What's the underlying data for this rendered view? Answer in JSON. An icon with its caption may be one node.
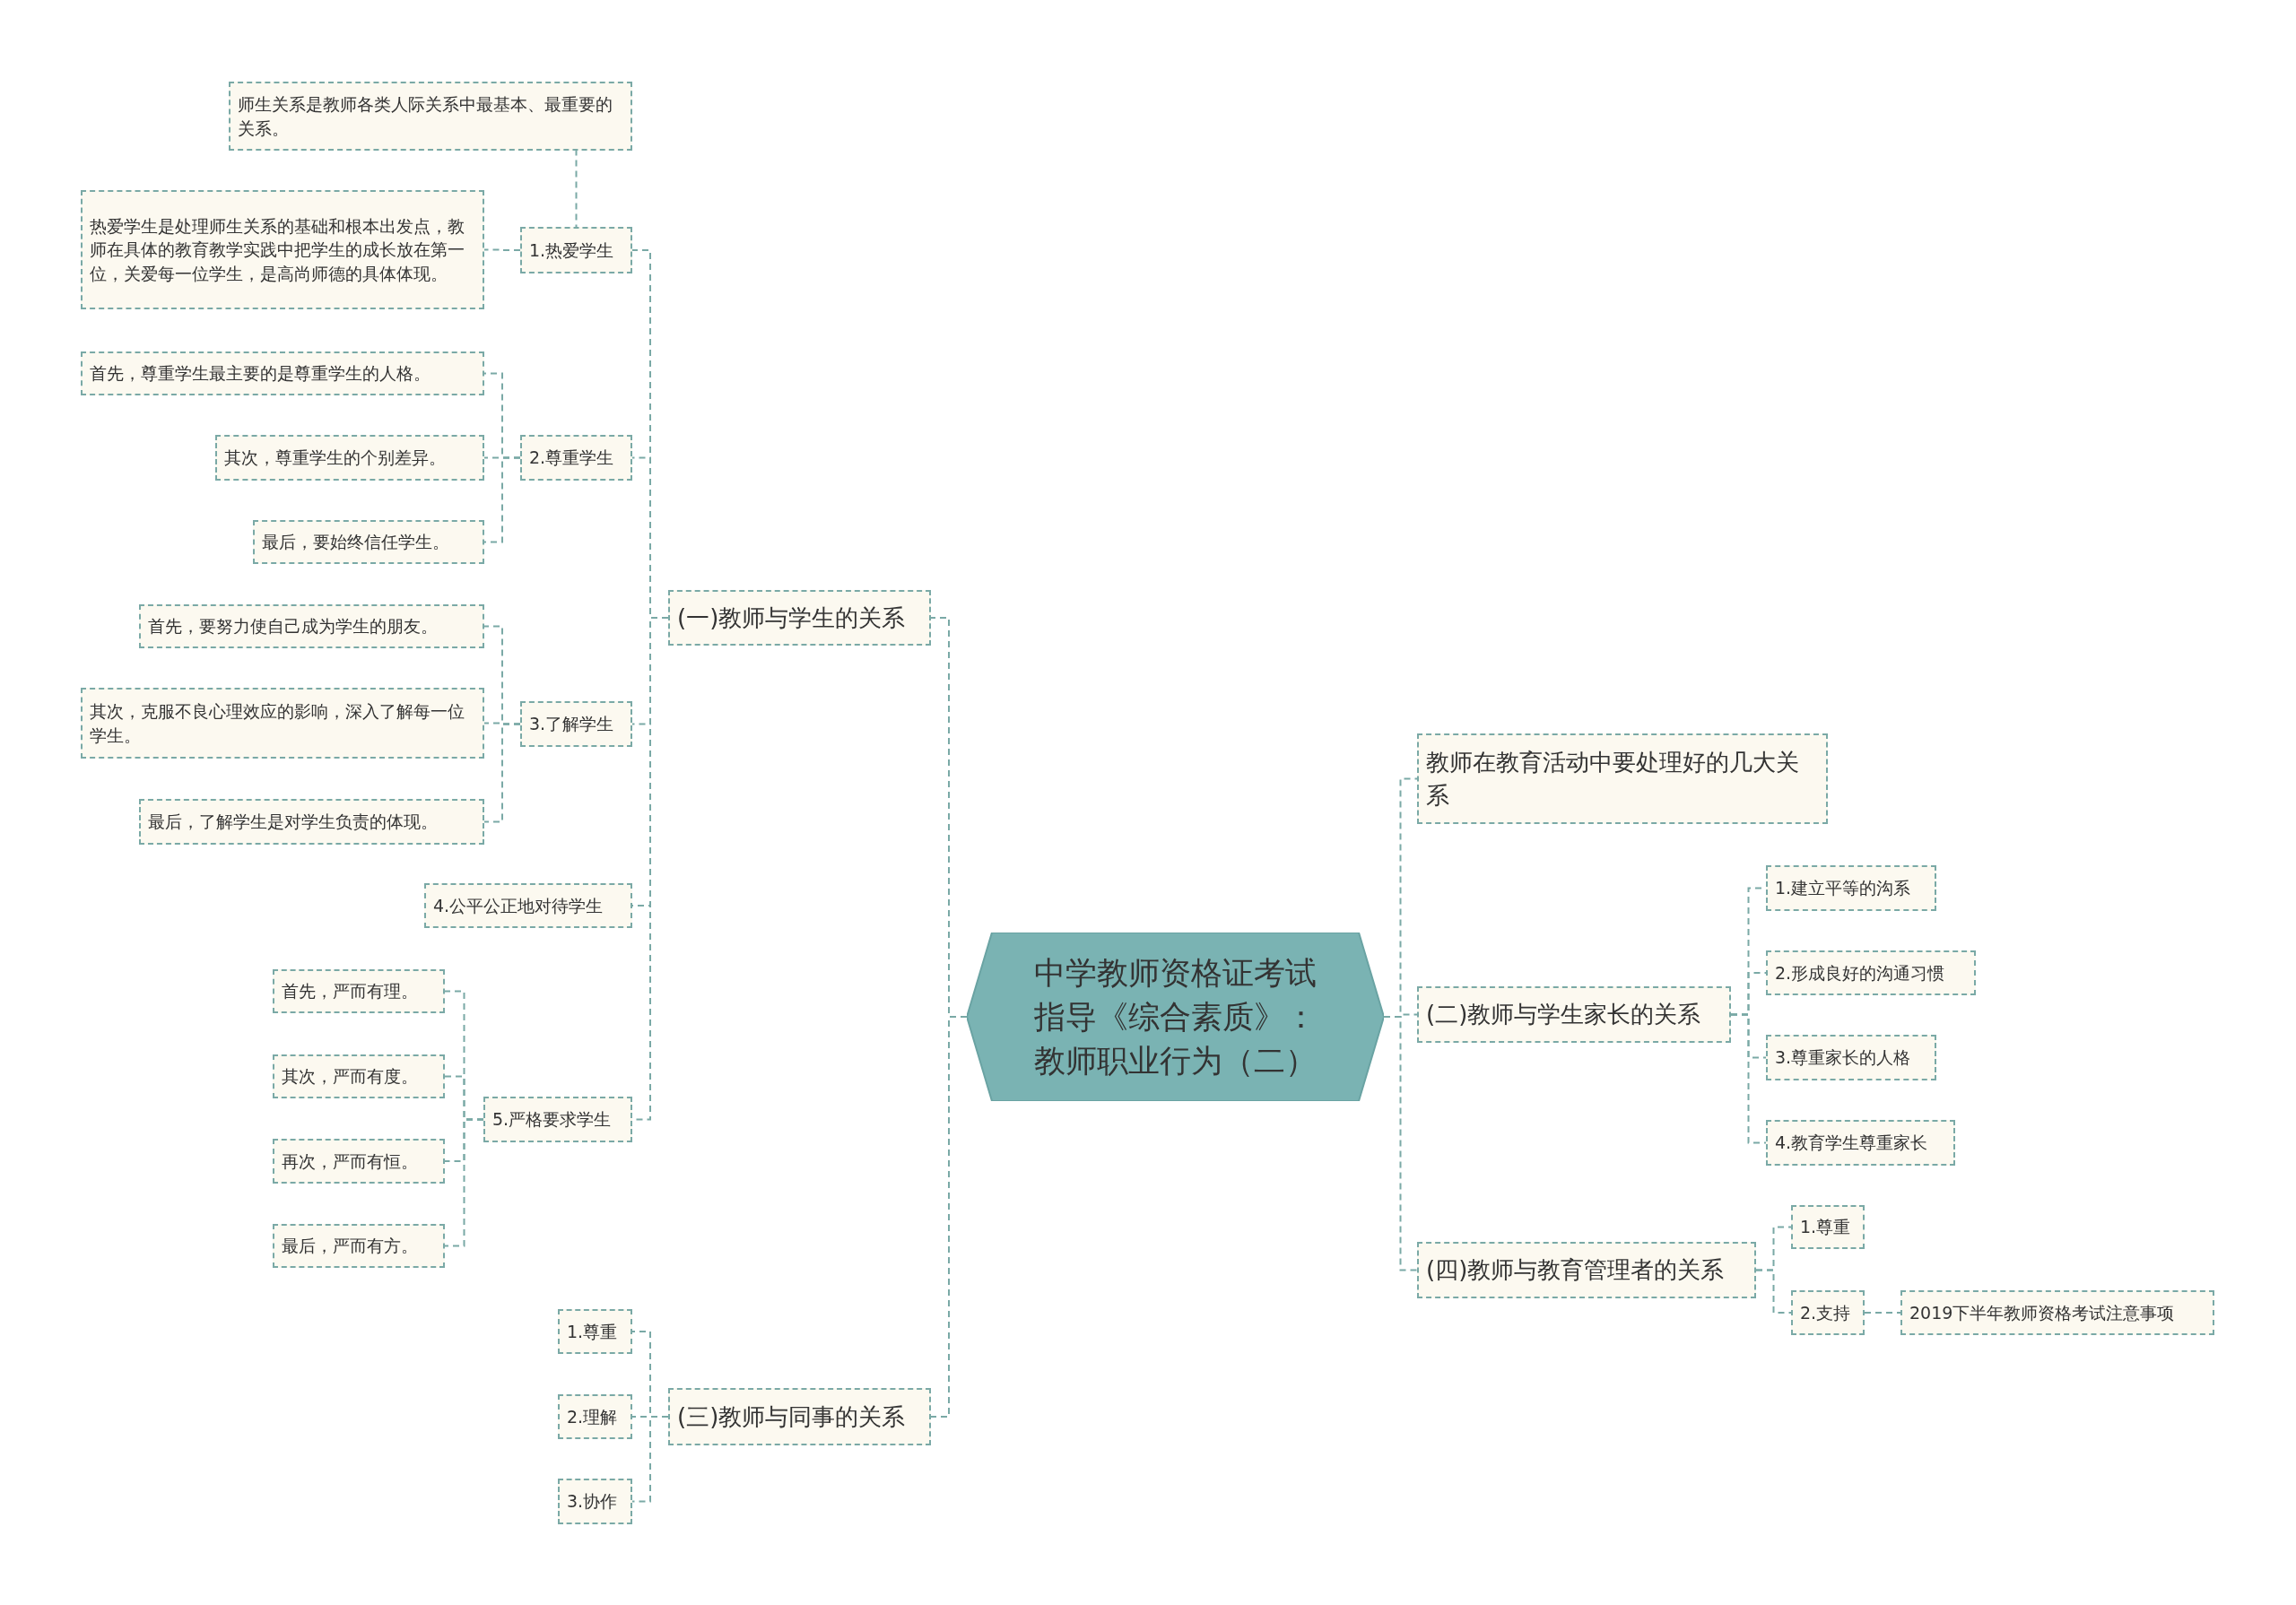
{
  "diagram": {
    "nodes": [
      {
        "text": [
          "中学教师资格证考试指导《综合素质》：教师职业行为（二）"
        ]
      },
      {
        "text": [
          "(一)教师与学生的关系"
        ]
      },
      {
        "text": [
          "1.热爱学生"
        ]
      },
      {
        "text": [
          "师生关系是教师各类人际关系中最基本、最重要的关系。"
        ]
      },
      {
        "text": [
          "热爱学生是处理师生关系的基础和根本出发点，教师在具体的教育教学实践中把学生的成长放在第一位，关爱每一位学生，是高尚师德的具体体现。"
        ]
      },
      {
        "text": [
          "2.尊重学生"
        ]
      },
      {
        "text": [
          "首先，尊重学生最主要的是尊重学生的人格。"
        ]
      },
      {
        "text": [
          "其次，尊重学生的个别差异。"
        ]
      },
      {
        "text": [
          "最后，要始终信任学生。"
        ]
      },
      {
        "text": [
          "3.了解学生"
        ]
      },
      {
        "text": [
          "首先，要努力使自己成为学生的朋友。"
        ]
      },
      {
        "text": [
          "其次，克服不良心理效应的影响，深入了解每一位学生。"
        ]
      },
      {
        "text": [
          "最后，了解学生是对学生负责的体现。"
        ]
      },
      {
        "text": [
          "4.公平公正地对待学生"
        ]
      },
      {
        "text": [
          "5.严格要求学生"
        ]
      },
      {
        "text": [
          "首先，严而有理。"
        ]
      },
      {
        "text": [
          "其次，严而有度。"
        ]
      },
      {
        "text": [
          "再次，严而有恒。"
        ]
      },
      {
        "text": [
          "最后，严而有方。"
        ]
      },
      {
        "text": [
          "(三)教师与同事的关系"
        ]
      },
      {
        "text": [
          "1.尊重"
        ]
      },
      {
        "text": [
          "2.理解"
        ]
      },
      {
        "text": [
          "3.协作"
        ]
      },
      {
        "text": [
          "教师在教育活动中要处理好的几大关系"
        ]
      },
      {
        "text": [
          "(二)教师与学生家长的关系"
        ]
      },
      {
        "text": [
          "1.建立平等的沟系"
        ]
      },
      {
        "text": [
          "2.形成良好的沟通习惯"
        ]
      },
      {
        "text": [
          "3.尊重家长的人格"
        ]
      },
      {
        "text": [
          "4.教育学生尊重家长"
        ]
      },
      {
        "text": [
          "(四)教师与教育管理者的关系"
        ]
      },
      {
        "text": [
          "1.尊重"
        ]
      },
      {
        "text": [
          "2.支持"
        ]
      },
      {
        "text": [
          "2019下半年教师资格考试注意事项"
        ]
      }
    ],
    "edges": [
      {
        "from": 0,
        "to": 1,
        "arrow": "none"
      },
      {
        "from": 1,
        "to": 2,
        "arrow": "none"
      },
      {
        "from": 2,
        "to": 3,
        "arrow": "none"
      },
      {
        "from": 2,
        "to": 4,
        "arrow": "none"
      },
      {
        "from": 1,
        "to": 5,
        "arrow": "none"
      },
      {
        "from": 5,
        "to": 6,
        "arrow": "none"
      },
      {
        "from": 5,
        "to": 7,
        "arrow": "none"
      },
      {
        "from": 5,
        "to": 8,
        "arrow": "none"
      },
      {
        "from": 1,
        "to": 9,
        "arrow": "none"
      },
      {
        "from": 9,
        "to": 10,
        "arrow": "none"
      },
      {
        "from": 9,
        "to": 11,
        "arrow": "none"
      },
      {
        "from": 9,
        "to": 12,
        "arrow": "none"
      },
      {
        "from": 1,
        "to": 13,
        "arrow": "none"
      },
      {
        "from": 1,
        "to": 14,
        "arrow": "none"
      },
      {
        "from": 14,
        "to": 15,
        "arrow": "none"
      },
      {
        "from": 14,
        "to": 16,
        "arrow": "none"
      },
      {
        "from": 14,
        "to": 17,
        "arrow": "none"
      },
      {
        "from": 14,
        "to": 18,
        "arrow": "none"
      },
      {
        "from": 0,
        "to": 19,
        "arrow": "none"
      },
      {
        "from": 19,
        "to": 20,
        "arrow": "none"
      },
      {
        "from": 19,
        "to": 21,
        "arrow": "none"
      },
      {
        "from": 19,
        "to": 22,
        "arrow": "none"
      },
      {
        "from": 0,
        "to": 23,
        "arrow": "none"
      },
      {
        "from": 0,
        "to": 24,
        "arrow": "none"
      },
      {
        "from": 24,
        "to": 25,
        "arrow": "none"
      },
      {
        "from": 24,
        "to": 26,
        "arrow": "none"
      },
      {
        "from": 24,
        "to": 27,
        "arrow": "none"
      },
      {
        "from": 24,
        "to": 28,
        "arrow": "none"
      },
      {
        "from": 0,
        "to": 29,
        "arrow": "none"
      },
      {
        "from": 29,
        "to": 30,
        "arrow": "none"
      },
      {
        "from": 29,
        "to": 31,
        "arrow": "none"
      },
      {
        "from": 31,
        "to": 32,
        "arrow": "none"
      }
    ]
  }
}
